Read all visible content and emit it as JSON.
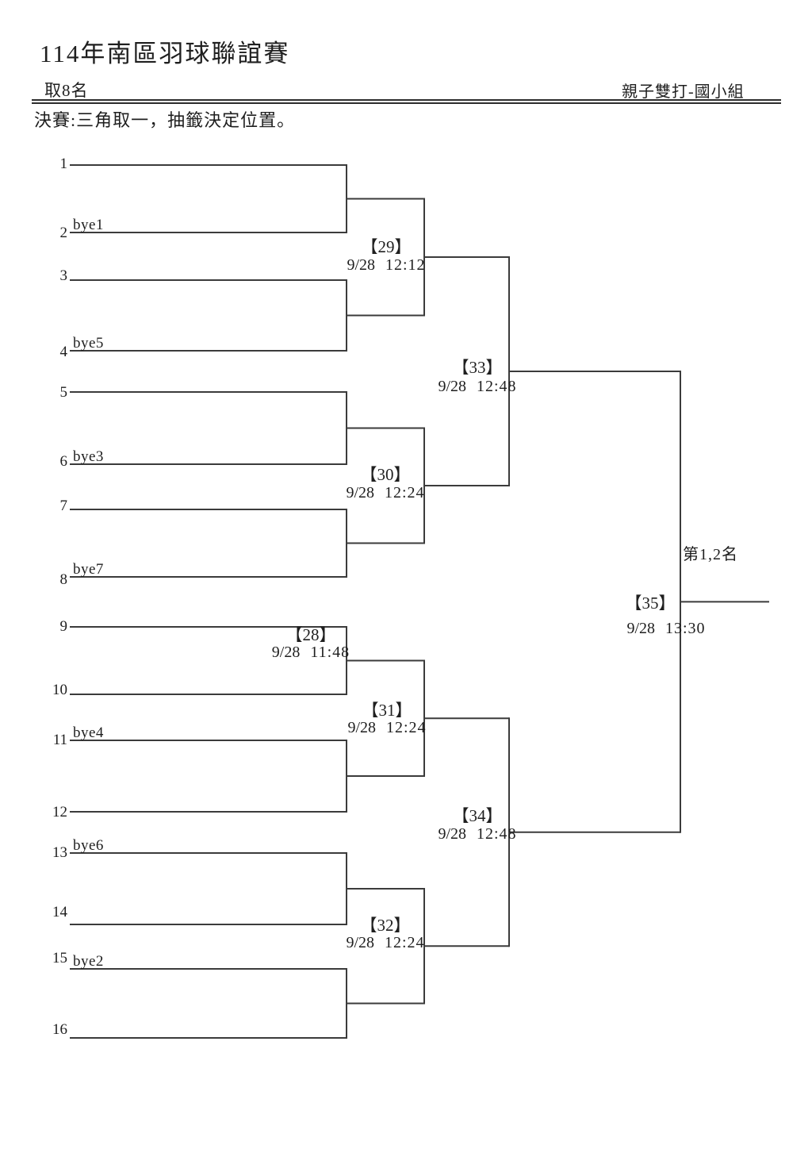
{
  "header": {
    "title": "114年南區羽球聯誼賽",
    "qualifier": "取8名",
    "group": "親子雙打-國小組",
    "note": "決賽:三角取一，抽籤決定位置。"
  },
  "bracket": {
    "entries": [
      {
        "seed": "1",
        "bye": ""
      },
      {
        "seed": "2",
        "bye": "bye1"
      },
      {
        "seed": "3",
        "bye": ""
      },
      {
        "seed": "4",
        "bye": "bye5"
      },
      {
        "seed": "5",
        "bye": ""
      },
      {
        "seed": "6",
        "bye": "bye3"
      },
      {
        "seed": "7",
        "bye": ""
      },
      {
        "seed": "8",
        "bye": "bye7"
      },
      {
        "seed": "9",
        "bye": ""
      },
      {
        "seed": "10",
        "bye": ""
      },
      {
        "seed": "11",
        "bye": "bye4"
      },
      {
        "seed": "12",
        "bye": ""
      },
      {
        "seed": "13",
        "bye": "bye6"
      },
      {
        "seed": "14",
        "bye": ""
      },
      {
        "seed": "15",
        "bye": "bye2"
      },
      {
        "seed": "16",
        "bye": ""
      }
    ],
    "matches": [
      {
        "id": "28",
        "label": "【28】",
        "date": "9/28",
        "time": "11:48"
      },
      {
        "id": "29",
        "label": "【29】",
        "date": "9/28",
        "time": "12:12"
      },
      {
        "id": "30",
        "label": "【30】",
        "date": "9/28",
        "time": "12:24"
      },
      {
        "id": "31",
        "label": "【31】",
        "date": "9/28",
        "time": "12:24"
      },
      {
        "id": "32",
        "label": "【32】",
        "date": "9/28",
        "time": "12:24"
      },
      {
        "id": "33",
        "label": "【33】",
        "date": "9/28",
        "time": "12:48"
      },
      {
        "id": "34",
        "label": "【34】",
        "date": "9/28",
        "time": "12:48"
      },
      {
        "id": "35",
        "label": "【35】",
        "date": "9/28",
        "time": "13:30"
      }
    ],
    "final_placing_label": "第1,2名"
  }
}
